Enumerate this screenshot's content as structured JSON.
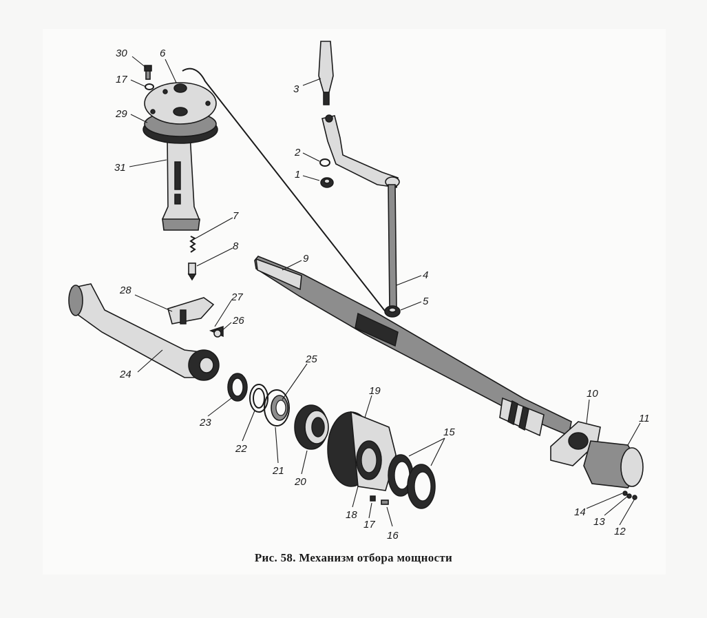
{
  "caption": "Рис. 58. Механизм отбора мощности",
  "labels": {
    "n1": "1",
    "n2": "2",
    "n3": "3",
    "n4": "4",
    "n5": "5",
    "n6": "6",
    "n7": "7",
    "n8": "8",
    "n9": "9",
    "n10": "10",
    "n11": "11",
    "n12": "12",
    "n13": "13",
    "n14": "14",
    "n15": "15",
    "n16": "16",
    "n17a": "17",
    "n17b": "17",
    "n18": "18",
    "n19": "19",
    "n20": "20",
    "n21": "21",
    "n22": "22",
    "n23": "23",
    "n24": "24",
    "n25": "25",
    "n26": "26",
    "n27": "27",
    "n28": "28",
    "n29": "29",
    "n30": "30",
    "n31": "31"
  }
}
